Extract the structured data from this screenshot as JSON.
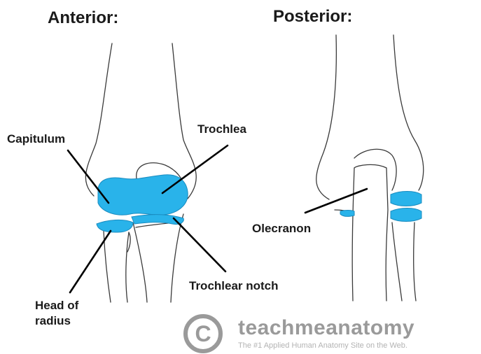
{
  "titles": {
    "anterior": "Anterior:",
    "posterior": "Posterior:"
  },
  "labels": {
    "capitulum": "Capitulum",
    "trochlea": "Trochlea",
    "olecranon": "Olecranon",
    "trochlear_notch": "Trochlear notch",
    "head_of_radius_line1": "Head of",
    "head_of_radius_line2": "radius"
  },
  "watermark": {
    "logo_letter": "C",
    "name": "teachmeanatomy",
    "tagline": "The #1 Applied Human Anatomy Site on the Web."
  },
  "colors": {
    "cartilage": "#29b3ea",
    "outline": "#3a3a3a",
    "watermark": "#9a9a9a"
  }
}
